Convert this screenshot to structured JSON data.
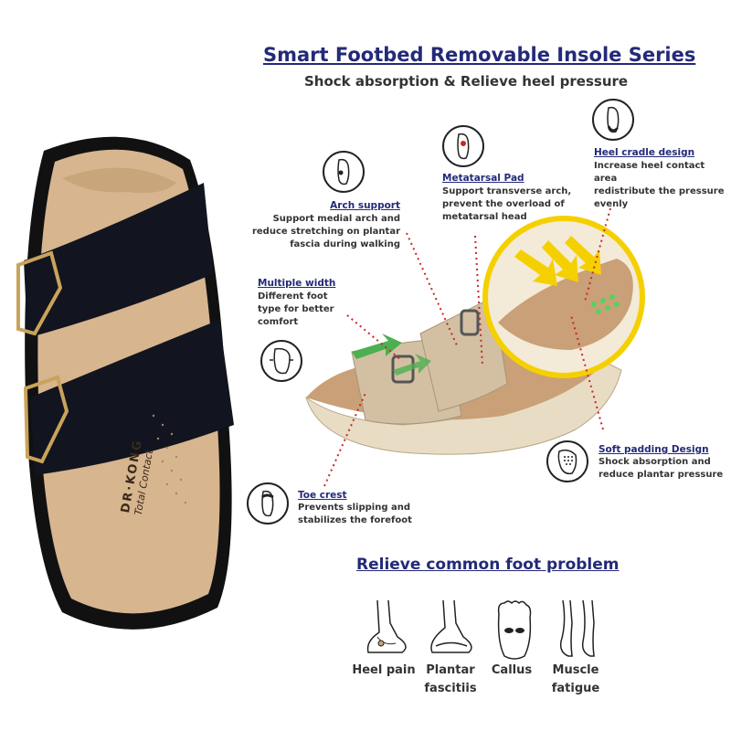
{
  "header": {
    "title": "Smart Footbed Removable Insole Series",
    "subtitle": "Shock absorption & Relieve heel pressure"
  },
  "brand": {
    "name": "DR·KONG",
    "tagline": "Total Contact"
  },
  "features": [
    {
      "title": "Arch support",
      "desc_lines": [
        "Support medial arch and",
        "reduce stretching on plantar",
        "fascia during walking"
      ],
      "icon": "arch-foot-icon"
    },
    {
      "title": "Metatarsal Pad",
      "desc_lines": [
        "Support transverse arch,",
        "prevent the overload of",
        "metatarsal head"
      ],
      "icon": "metatarsal-foot-icon"
    },
    {
      "title": "Heel cradle design",
      "desc_lines": [
        "Increase heel contact area",
        "redistribute the pressure",
        "evenly"
      ],
      "icon": "heel-foot-icon"
    },
    {
      "title": "Multiple width",
      "desc_lines": [
        "Different foot",
        "type for better",
        "comfort"
      ],
      "icon": "width-foot-icon"
    },
    {
      "title": "Soft padding Design",
      "desc_lines": [
        "Shock absorption and",
        "reduce plantar pressure"
      ],
      "icon": "padding-insole-icon"
    },
    {
      "title": "Toe crest",
      "desc_lines": [
        "Prevents slipping and",
        "stabilizes the forefoot"
      ],
      "icon": "toe-crest-icon"
    }
  ],
  "problems_section": {
    "title": "Relieve common foot problem",
    "items": [
      {
        "label_lines": [
          "Heel pain"
        ],
        "icon": "heel-pain-icon"
      },
      {
        "label_lines": [
          "Plantar",
          "fascitiis"
        ],
        "icon": "plantar-fascia-icon"
      },
      {
        "label_lines": [
          "Callus"
        ],
        "icon": "callus-icon"
      },
      {
        "label_lines": [
          "Muscle",
          "fatigue"
        ],
        "icon": "muscle-fatigue-icon"
      }
    ]
  },
  "colors": {
    "heading_navy": "#232a78",
    "sandal_strap_black": "#12151f",
    "footbed_tan": "#d7b58f",
    "dotted_line_red": "#c62828",
    "highlight_yellow": "#f5d000",
    "arrow_green": "#4caf50"
  }
}
